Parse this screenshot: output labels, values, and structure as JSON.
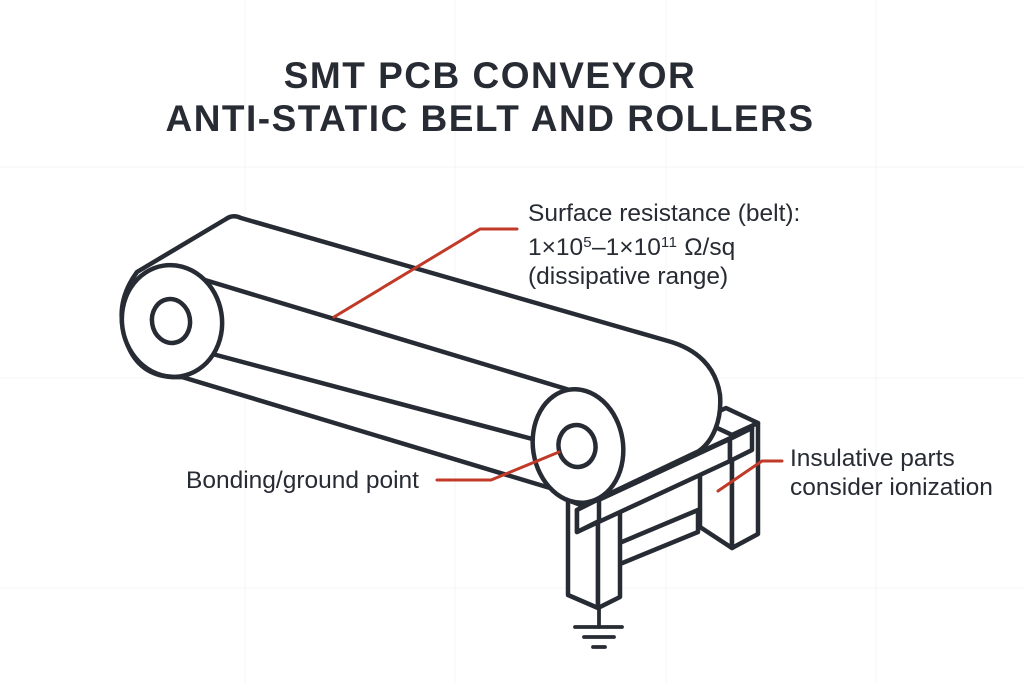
{
  "title": {
    "line1": "SMT PCB CONVEYOR",
    "line2": "ANTI-STATIC BELT AND ROLLERS"
  },
  "labels": {
    "surface_resistance": {
      "line1": "Surface resistance (belt):",
      "value_base1": "1×10",
      "value_sup1": "5",
      "value_base2": "–1×10",
      "value_sup2": "11",
      "value_unit": " Ω/sq",
      "line3": "(dissipative range)"
    },
    "bonding": {
      "text": "Bonding/ground point"
    },
    "insulative": {
      "line1": "Insulative parts",
      "line2": "consider ionization"
    }
  },
  "diagram": {
    "components": [
      "conveyor belt",
      "left roller",
      "right roller with bonding/ground hub",
      "support stand with insulative legs",
      "earth ground symbol"
    ]
  },
  "colors": {
    "ink": "#272b33",
    "accent_red": "#c13a28",
    "background": "#ffffff"
  }
}
